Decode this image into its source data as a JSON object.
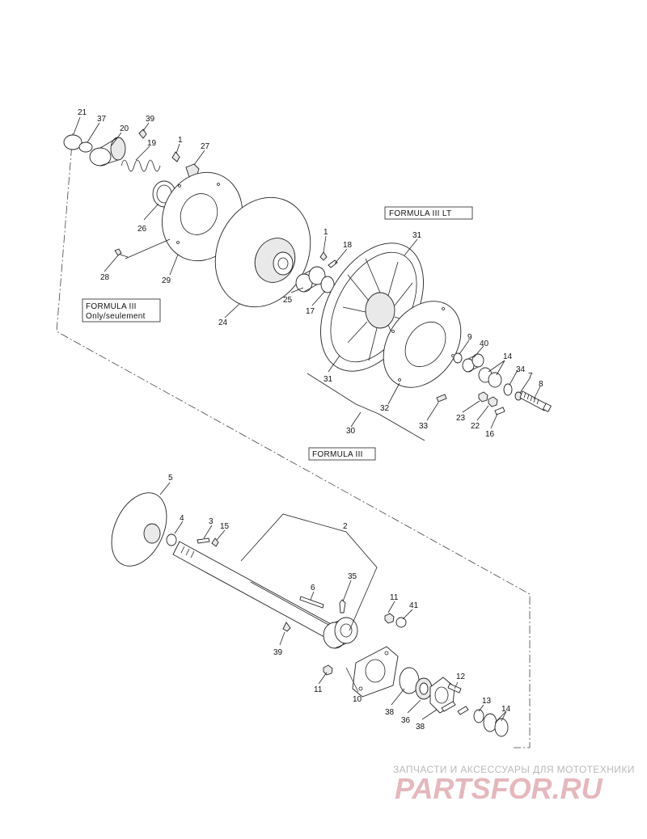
{
  "diagram": {
    "part_numbers": {
      "p21": "21",
      "p37": "37",
      "p20": "20",
      "p39a": "39",
      "p19": "19",
      "p1a": "1",
      "p27": "27",
      "p26": "26",
      "p28": "28",
      "p29": "29",
      "p24": "24",
      "p1b": "1",
      "p18": "18",
      "p31a": "31",
      "p25": "25",
      "p17": "17",
      "p31b": "31",
      "p9": "9",
      "p40": "40",
      "p14a": "14",
      "p34": "34",
      "p7": "7",
      "p8": "8",
      "p32": "32",
      "p23": "23",
      "p22": "22",
      "p16": "16",
      "p33": "33",
      "p30": "30",
      "p5": "5",
      "p4": "4",
      "p3": "3",
      "p15": "15",
      "p2": "2",
      "p6": "6",
      "p35": "35",
      "p11a": "11",
      "p41": "41",
      "p39b": "39",
      "p11b": "11",
      "p10": "10",
      "p38a": "38",
      "p12": "12",
      "p36": "36",
      "p38b": "38",
      "p13": "13",
      "p14b": "14"
    },
    "model_labels": {
      "formula_iii_lt": "FORMULA III LT",
      "formula_iii_only_line1": "FORMULA III",
      "formula_iii_only_line2": "Only/seulement",
      "formula_iii": "FORMULA III"
    }
  },
  "watermark": {
    "tagline": "ЗАПЧАСТИ И АКСЕССУАРЫ ДЛЯ МОТОТЕХНИКИ",
    "brand": "PARTSFOR.RU"
  }
}
